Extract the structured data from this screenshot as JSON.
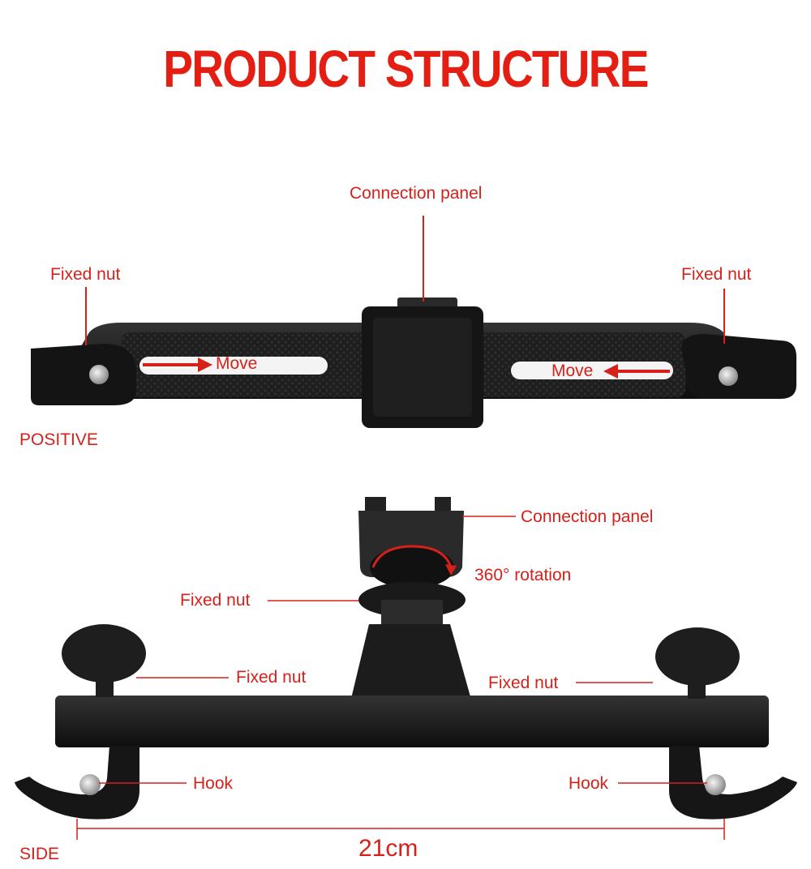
{
  "title": "PRODUCT STRUCTURE",
  "front_view": {
    "view_label": "POSITIVE",
    "labels": {
      "connection_panel": "Connection panel",
      "fixed_nut_left": "Fixed nut",
      "fixed_nut_right": "Fixed nut",
      "move_left": "Move",
      "move_right": "Move"
    }
  },
  "side_view": {
    "view_label": "SIDE",
    "labels": {
      "connection_panel": "Connection panel",
      "rotation": "360° rotation",
      "fixed_nut_center": "Fixed nut",
      "fixed_nut_left": "Fixed nut",
      "fixed_nut_right": "Fixed nut",
      "hook_left": "Hook",
      "hook_right": "Hook"
    },
    "dimension": "21cm"
  },
  "colors": {
    "accent": "#d6211a",
    "title": "#e41e12",
    "product": "#1c1c1c"
  }
}
